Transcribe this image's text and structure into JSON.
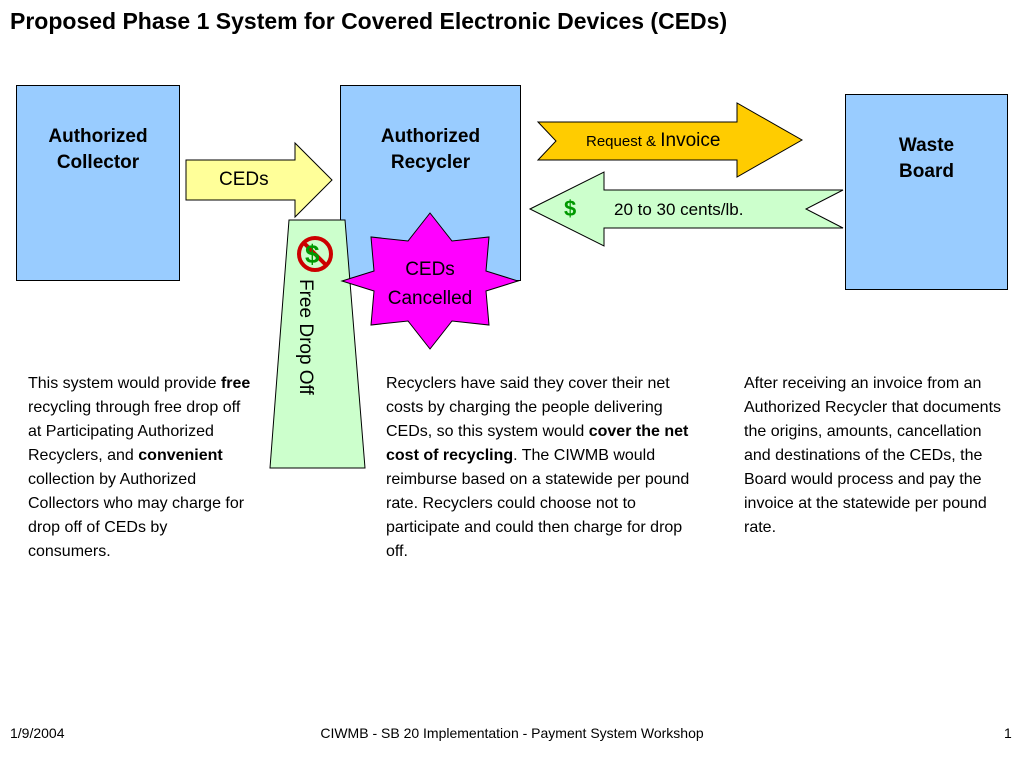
{
  "title": "Proposed Phase 1 System for Covered Electronic Devices (CEDs)",
  "diagram": {
    "collector": {
      "line1": "Authorized",
      "line2": "Collector"
    },
    "recycler": {
      "line1": "Authorized",
      "line2": "Recycler"
    },
    "board": {
      "line1": "Waste",
      "line2": "Board"
    },
    "arrow_ceds": "CEDs",
    "arrow_request_a": "Request & ",
    "arrow_request_b": "Invoice",
    "arrow_payment_symbol": "$",
    "arrow_payment_rate": "20 to 30 cents/lb.",
    "free_dropoff": "Free Drop Off",
    "no_charge_symbol": "$",
    "cancelled_line1": "CEDs",
    "cancelled_line2": "Cancelled",
    "colors": {
      "box_fill": "#99ccff",
      "arrow_yellow": "#ffff99",
      "arrow_gold": "#ffcc00",
      "arrow_green": "#ccffcc",
      "star_magenta": "#ff00ff",
      "dollar_green": "#009900",
      "no_sign_red": "#cc0000"
    }
  },
  "notes": {
    "left": {
      "p1": "This system would provide ",
      "b1": "free",
      "p2": " recycling through free drop off at Participating Authorized Recyclers, and ",
      "b2": "convenient",
      "p3": " collection by Authorized Collectors who may charge for drop off of CEDs by consumers."
    },
    "middle": {
      "p1": "Recyclers have said they cover their net costs by charging the people delivering CEDs, so this system would ",
      "b1": "cover the net cost of recycling",
      "p2": ".  The CIWMB would reimburse based on a statewide per pound rate.  Recyclers could choose not to participate and could then charge for drop off."
    },
    "right": {
      "p1": "After receiving an invoice from an Authorized Recycler that documents the origins, amounts, cancellation and destinations of the CEDs, the Board would process and pay the invoice at  the statewide per pound rate."
    }
  },
  "footer": {
    "date": "1/9/2004",
    "center": "CIWMB - SB 20 Implementation - Payment System Workshop",
    "page": "1"
  }
}
